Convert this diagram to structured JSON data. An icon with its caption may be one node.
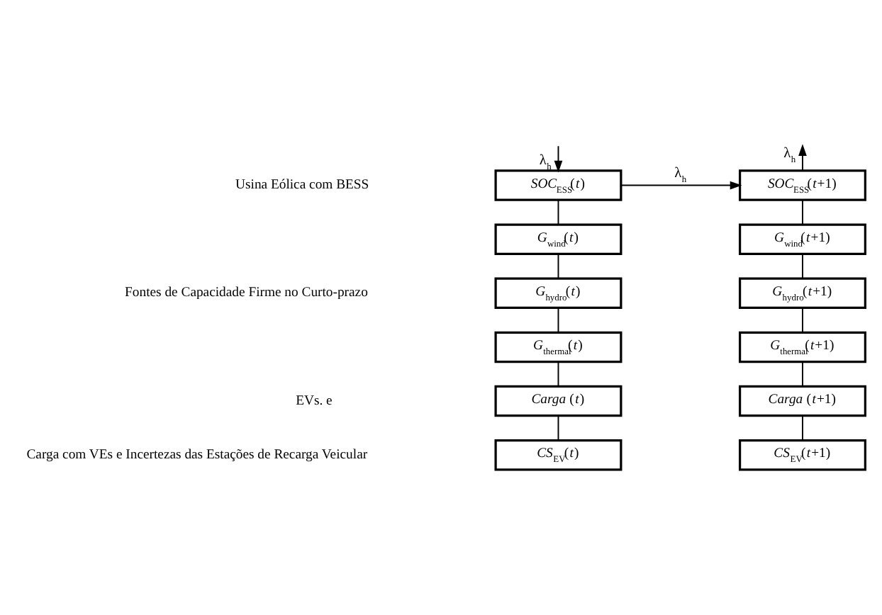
{
  "diagram": {
    "nodes": [
      {
        "text": [
          "*SOC*$_{ESS}$(*t*)"
        ]
      },
      {
        "text": [
          "*G*$_{wind}$(*t*)"
        ]
      },
      {
        "text": [
          "*G*$_{hydro}$(*t*)"
        ]
      },
      {
        "text": [
          "*G*$_{thermal}$(*t*)"
        ]
      },
      {
        "text": [
          "*Carga* (*t*)"
        ]
      },
      {
        "text": [
          "*CS*$_{EV}$(*t*)"
        ]
      },
      {
        "text": [
          "*SOC*$_{ESS}$(*t*+1)"
        ]
      },
      {
        "text": [
          "*G*$_{wind}$(*t*+1)"
        ]
      },
      {
        "text": [
          "*G*$_{hydro}$(*t*+1)"
        ]
      },
      {
        "text": [
          "*G*$_{thermal}$(*t*+1)"
        ]
      },
      {
        "text": [
          "*Carga* (*t*+1)"
        ]
      },
      {
        "text": [
          "*CS*$_{EV}$(*t*+1)"
        ]
      }
    ],
    "edges": [
      {
        "from": 0,
        "to": 6,
        "arrow": "to",
        "label": "λ$_{h}$"
      },
      {
        "from": null,
        "to": 0,
        "arrow": "to",
        "label": "λ$_{h}$"
      },
      {
        "from": 6,
        "to": null,
        "arrow": "to",
        "label": "λ$_{h}$"
      },
      {
        "from": 0,
        "to": 1,
        "arrow": "none"
      },
      {
        "from": 1,
        "to": 2,
        "arrow": "none"
      },
      {
        "from": 2,
        "to": 3,
        "arrow": "none"
      },
      {
        "from": 3,
        "to": 4,
        "arrow": "none"
      },
      {
        "from": 4,
        "to": 5,
        "arrow": "none"
      },
      {
        "from": 6,
        "to": 7,
        "arrow": "none"
      },
      {
        "from": 7,
        "to": 8,
        "arrow": "none"
      },
      {
        "from": 8,
        "to": 9,
        "arrow": "none"
      },
      {
        "from": 9,
        "to": 10,
        "arrow": "none"
      },
      {
        "from": 10,
        "to": 11,
        "arrow": "none"
      }
    ],
    "labels": [
      "Usina Eólica com BESS",
      "Fontes de Capacidade Firme no Curto-prazo",
      "EVs. e",
      "Carga com VEs e Incertezas das Estações de Recarga Veicular"
    ]
  }
}
